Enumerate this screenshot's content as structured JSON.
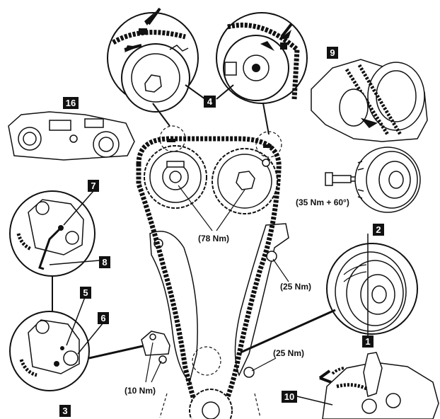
{
  "callouts": {
    "c16": "16",
    "c9": "9",
    "c4": "4",
    "c7": "7",
    "c8": "8",
    "c5": "5",
    "c6": "6",
    "c3": "3",
    "c2": "2",
    "c1": "1",
    "c10": "10"
  },
  "torque": {
    "sprockets": "(78 Nm)",
    "pulley_bolt": "(35 Nm + 60°)",
    "guide_bolt_upper": "(25 Nm)",
    "guide_bolt_lower": "(25 Nm)",
    "tensioner_bolts": "(10 Nm)"
  }
}
